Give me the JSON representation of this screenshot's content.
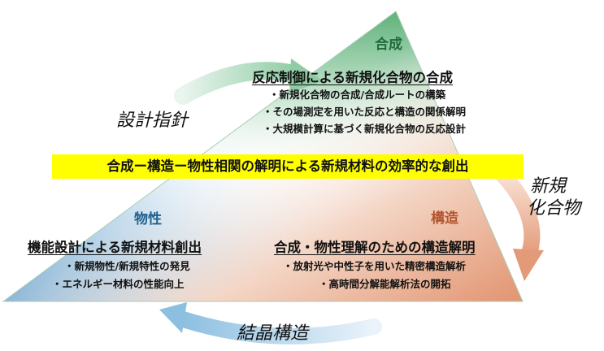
{
  "diagram": {
    "corners": {
      "top": {
        "label": "合成",
        "color": "#1f6b3c"
      },
      "left": {
        "label": "物性",
        "color": "#1e5f8e"
      },
      "right": {
        "label": "構造",
        "color": "#b3552e"
      }
    },
    "top_block": {
      "heading": "反応制御による新規化合物の合成",
      "bullets": [
        "・新規化合物の合成/合成ルートの構築",
        "・その場測定を用いた反応と構造の関係解明",
        "・大規模計算に基づく新規化合物の反応設計"
      ]
    },
    "banner": "合成ー構造ー物性相関の解明による新規材料の効率的な創出",
    "left_block": {
      "heading": "機能設計による新規材料創出",
      "bullets": [
        "・新規物性/新規特性の発見",
        "・エネルギー材料の性能向上"
      ]
    },
    "right_block": {
      "heading": "合成・物性理解のための構造解明",
      "bullets": [
        "・放射光や中性子を用いた精密構造解析",
        "・高時間分解能解析法の開拓"
      ]
    },
    "cycle_labels": {
      "design": "設計指針",
      "compound_line1": "新規",
      "compound_line2": "化合物",
      "crystal": "結晶構造"
    },
    "colors": {
      "green": "#3e9e5f",
      "blue": "#4a8fc4",
      "orange": "#d9825a",
      "banner": "#ffff00"
    }
  }
}
